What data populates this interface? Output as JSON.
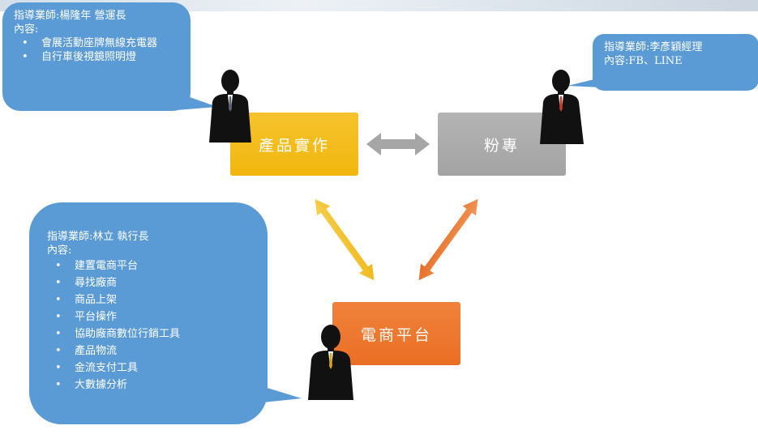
{
  "bubbles": {
    "a": {
      "heading": "指導業師:楊隆年 營運長",
      "content_label": "內容:",
      "items": [
        "會展活動座牌無線充電器",
        "自行車後視鏡照明燈"
      ]
    },
    "b": {
      "heading": "指導業師:李彥穎經理",
      "content": "內容:FB、LINE"
    },
    "c": {
      "heading": "指導業師:林立 執行長",
      "content_label": "內容:",
      "items": [
        "建置電商平台",
        "尋找廠商",
        "商品上架",
        "平台操作",
        "協助廠商數位行銷工具",
        "產品物流",
        "金流支付工具",
        "大數據分析"
      ]
    }
  },
  "boxes": {
    "product": "產品實作",
    "fans": "粉專",
    "ecommerce": "電商平台"
  },
  "colors": {
    "bubble": "#5b9bd5",
    "product": "#f4bd1f",
    "fans": "#a9a9a9",
    "ecommerce": "#ed7830",
    "arrow_gray": "#a6a6a6",
    "arrow_yellow": "#f2c028",
    "arrow_orange": "#ea7a34",
    "person": "#111111"
  },
  "icons": [
    "businessman-icon",
    "double-arrow-icon"
  ]
}
